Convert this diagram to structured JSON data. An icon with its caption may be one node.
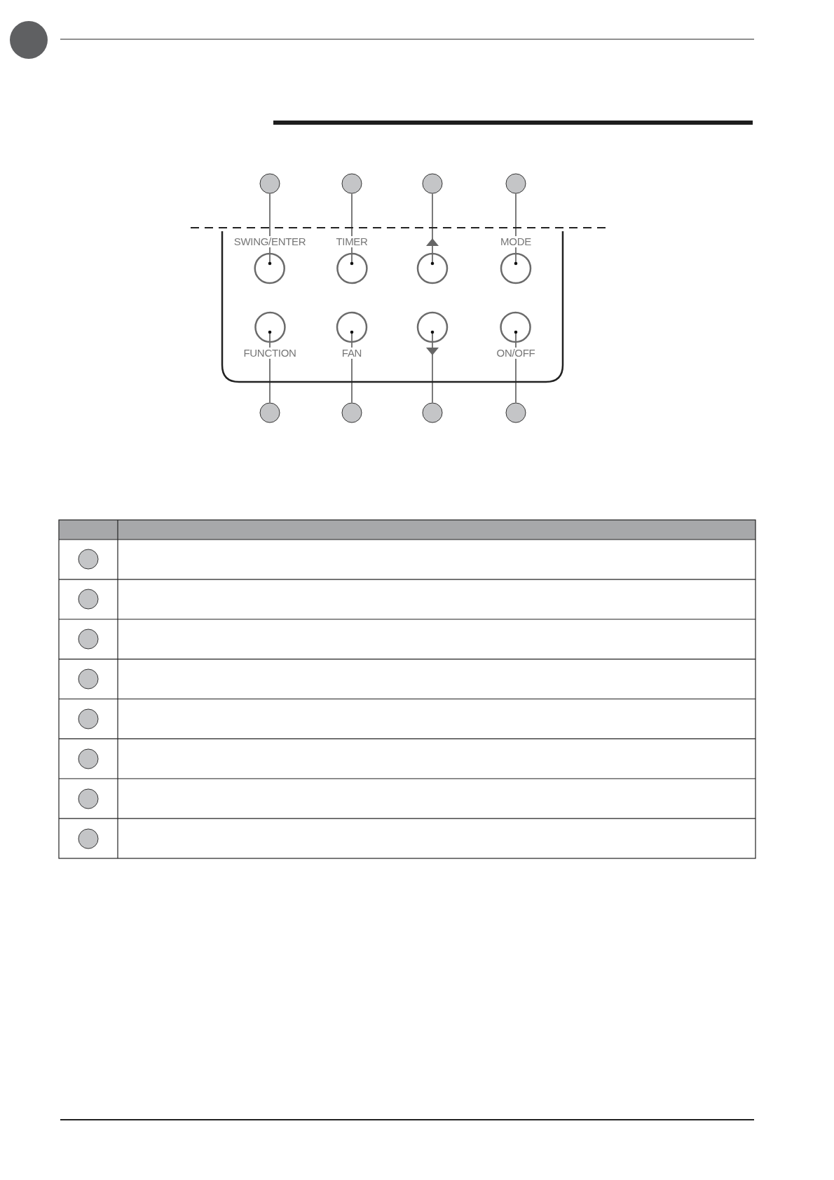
{
  "diagram": {
    "nodes": [
      {
        "text": [],
        "shape": "circle"
      },
      {
        "text": [],
        "shape": "circle"
      },
      {
        "text": [],
        "shape": "circle"
      },
      {
        "text": [],
        "shape": "circle"
      },
      {
        "text": [
          "SWING/ENTER"
        ]
      },
      {
        "text": [
          "TIMER"
        ]
      },
      {
        "text": [],
        "shape": "circle"
      },
      {
        "text": [
          "MODE"
        ]
      },
      {
        "text": [
          "FUNCTION"
        ]
      },
      {
        "text": [
          "FAN"
        ]
      },
      {
        "text": [],
        "shape": "circle"
      },
      {
        "text": [
          "ON/OFF"
        ]
      },
      {
        "text": [],
        "shape": "circle"
      },
      {
        "text": [],
        "shape": "circle"
      },
      {
        "text": [],
        "shape": "circle"
      },
      {
        "text": [],
        "shape": "circle"
      },
      {
        "text": [],
        "shape": "circle"
      },
      {
        "text": [],
        "shape": "circle"
      },
      {
        "text": [],
        "shape": "circle"
      },
      {
        "text": [],
        "shape": "circle"
      },
      {
        "text": [],
        "shape": "circle"
      },
      {
        "text": [],
        "shape": "circle"
      },
      {
        "text": [],
        "shape": "circle"
      },
      {
        "text": [],
        "shape": "circle"
      }
    ],
    "edges": [
      {
        "from": 0,
        "to": 4,
        "arrow": "other"
      },
      {
        "from": 1,
        "to": 5,
        "arrow": "other"
      },
      {
        "from": 2,
        "to": 6,
        "arrow": "other"
      },
      {
        "from": 3,
        "to": 7,
        "arrow": "other"
      },
      {
        "from": 12,
        "to": 8,
        "arrow": "other"
      },
      {
        "from": 13,
        "to": 9,
        "arrow": "other"
      },
      {
        "from": 14,
        "to": 10,
        "arrow": "other"
      },
      {
        "from": 15,
        "to": 11,
        "arrow": "other"
      }
    ]
  }
}
